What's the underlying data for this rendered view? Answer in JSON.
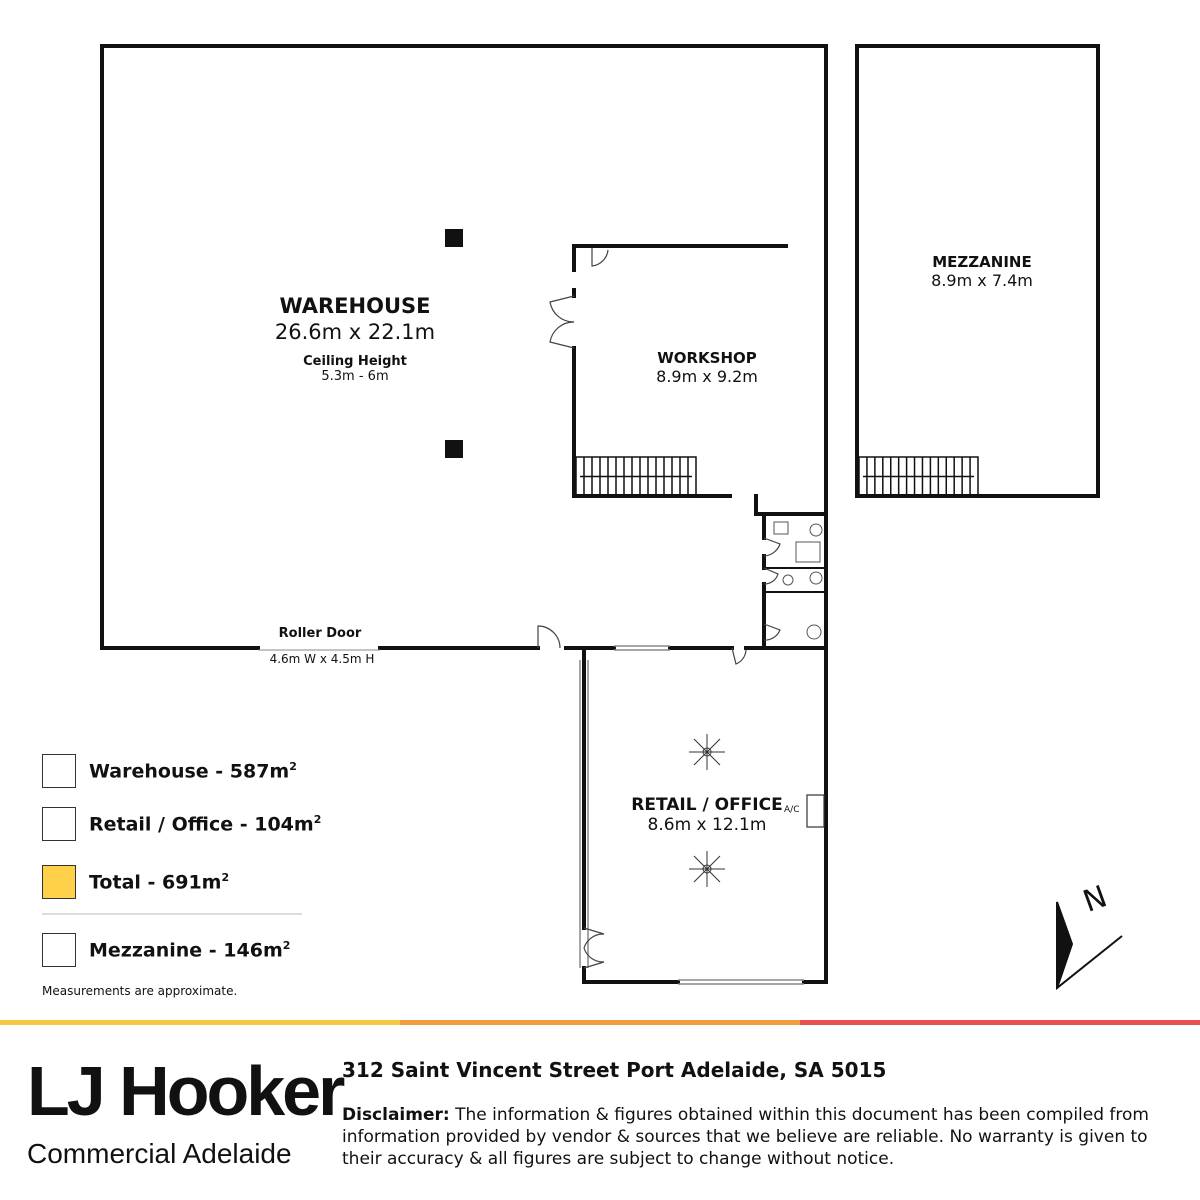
{
  "rooms": {
    "warehouse": {
      "name": "WAREHOUSE",
      "dims": "26.6m x 22.1m",
      "ceiling_label": "Ceiling Height",
      "ceiling_value": "5.3m - 6m"
    },
    "workshop": {
      "name": "WORKSHOP",
      "dims": "8.9m x 9.2m"
    },
    "mezzanine": {
      "name": "MEZZANINE",
      "dims": "8.9m x 7.4m"
    },
    "retail": {
      "name": "RETAIL / OFFICE",
      "dims": "8.6m x 12.1m"
    }
  },
  "roller_door": {
    "label": "Roller Door",
    "dims": "4.6m W x 4.5m H"
  },
  "ac_label": "A/C",
  "north_label": "N",
  "legend": [
    {
      "label": "Warehouse - 587m",
      "sup": "2",
      "color": "#ffffff"
    },
    {
      "label": "Retail / Office - 104m",
      "sup": "2",
      "color": "#ffffff"
    },
    {
      "label": "Total - 691m",
      "sup": "2",
      "color": "#ffd04a"
    },
    {
      "label": "Mezzanine - 146m",
      "sup": "2",
      "color": "#ffffff"
    }
  ],
  "note": "Measurements are approximate.",
  "colors": {
    "strip_1": "#f5c842",
    "strip_2": "#f49d3f",
    "strip_3": "#e8504f",
    "total_fill": "#ffd04a"
  },
  "brand": {
    "name": "LJ Hooker",
    "sub": "Commercial Adelaide"
  },
  "address": "312 Saint Vincent Street Port Adelaide, SA 5015",
  "disclaimer": {
    "label": "Disclaimer:",
    "text": " The information & figures obtained within this document has been compiled from information provided by vendor & sources that we believe are reliable. No warranty is given to their accuracy & all figures are subject to change without notice."
  }
}
